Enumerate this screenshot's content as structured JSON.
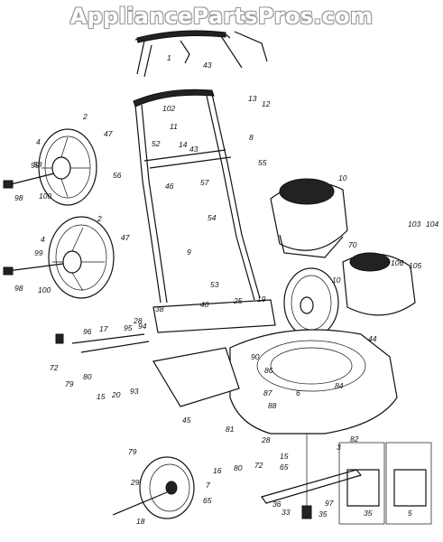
{
  "watermark": "AppliancePartsPros.com",
  "callouts": [
    "1",
    "43",
    "13",
    "12",
    "102",
    "2",
    "47",
    "11",
    "8",
    "14",
    "43",
    "52",
    "55",
    "4",
    "56",
    "57",
    "58",
    "10",
    "99",
    "46",
    "100",
    "98",
    "54",
    "103",
    "104",
    "2",
    "9",
    "70",
    "4",
    "47",
    "106",
    "105",
    "99",
    "100",
    "53",
    "19",
    "98",
    "10",
    "40",
    "38",
    "25",
    "28",
    "96",
    "17",
    "95",
    "94",
    "44",
    "79",
    "72",
    "80",
    "90",
    "86",
    "87",
    "88",
    "6",
    "15",
    "20",
    "93",
    "45",
    "84",
    "81",
    "28",
    "82",
    "3",
    "79",
    "80",
    "72",
    "16",
    "15",
    "65",
    "29",
    "7",
    "65",
    "36",
    "97",
    "18",
    "33",
    "35",
    "35",
    "5"
  ]
}
